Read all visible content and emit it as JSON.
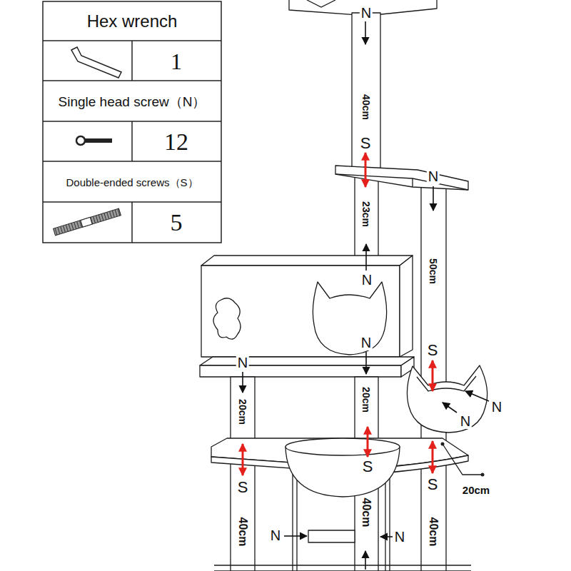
{
  "diagram": {
    "labels": [
      "Hex wrench",
      "1",
      "Single head screw（N）",
      "12",
      "Double-ended screws（S）",
      "5",
      "N",
      "40cm",
      "S",
      "N",
      "23cm",
      "50cm",
      "N",
      "N",
      "S",
      "N",
      "20cm",
      "20cm",
      "N",
      "N",
      "20cm",
      "S",
      "S",
      "S",
      "40cm",
      "40cm",
      "40cm",
      "N",
      "N"
    ]
  }
}
